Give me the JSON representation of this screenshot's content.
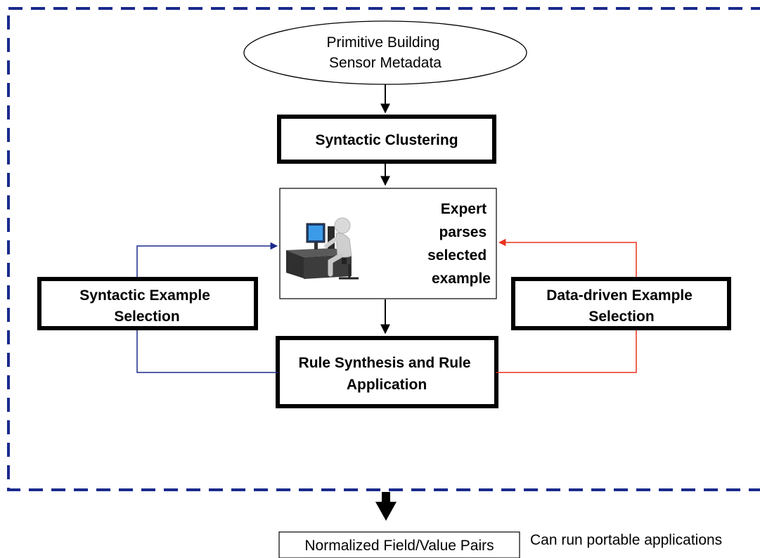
{
  "nodes": {
    "input": {
      "lines": [
        "Primitive Building",
        "Sensor Metadata"
      ]
    },
    "clustering": {
      "lines": [
        "Syntactic Clustering"
      ]
    },
    "expert": {
      "lines": [
        "Expert",
        "parses",
        "selected",
        "example"
      ]
    },
    "syntactic_selection": {
      "lines": [
        "Syntactic Example",
        "Selection"
      ]
    },
    "data_selection": {
      "lines": [
        "Data-driven Example",
        "Selection"
      ]
    },
    "rule_synthesis": {
      "lines": [
        "Rule Synthesis and Rule",
        "Application"
      ]
    },
    "output": {
      "lines": [
        "Normalized Field/Value Pairs"
      ]
    }
  },
  "annotation": {
    "text": "Can run portable applications"
  },
  "colors": {
    "boundary": "#1a2a8c",
    "syntactic_loop": "#1a2a8c",
    "data_loop": "#e8321c",
    "main_flow": "#000000"
  },
  "icons": {
    "expert_illustration": "person-at-computer-desk-icon"
  }
}
